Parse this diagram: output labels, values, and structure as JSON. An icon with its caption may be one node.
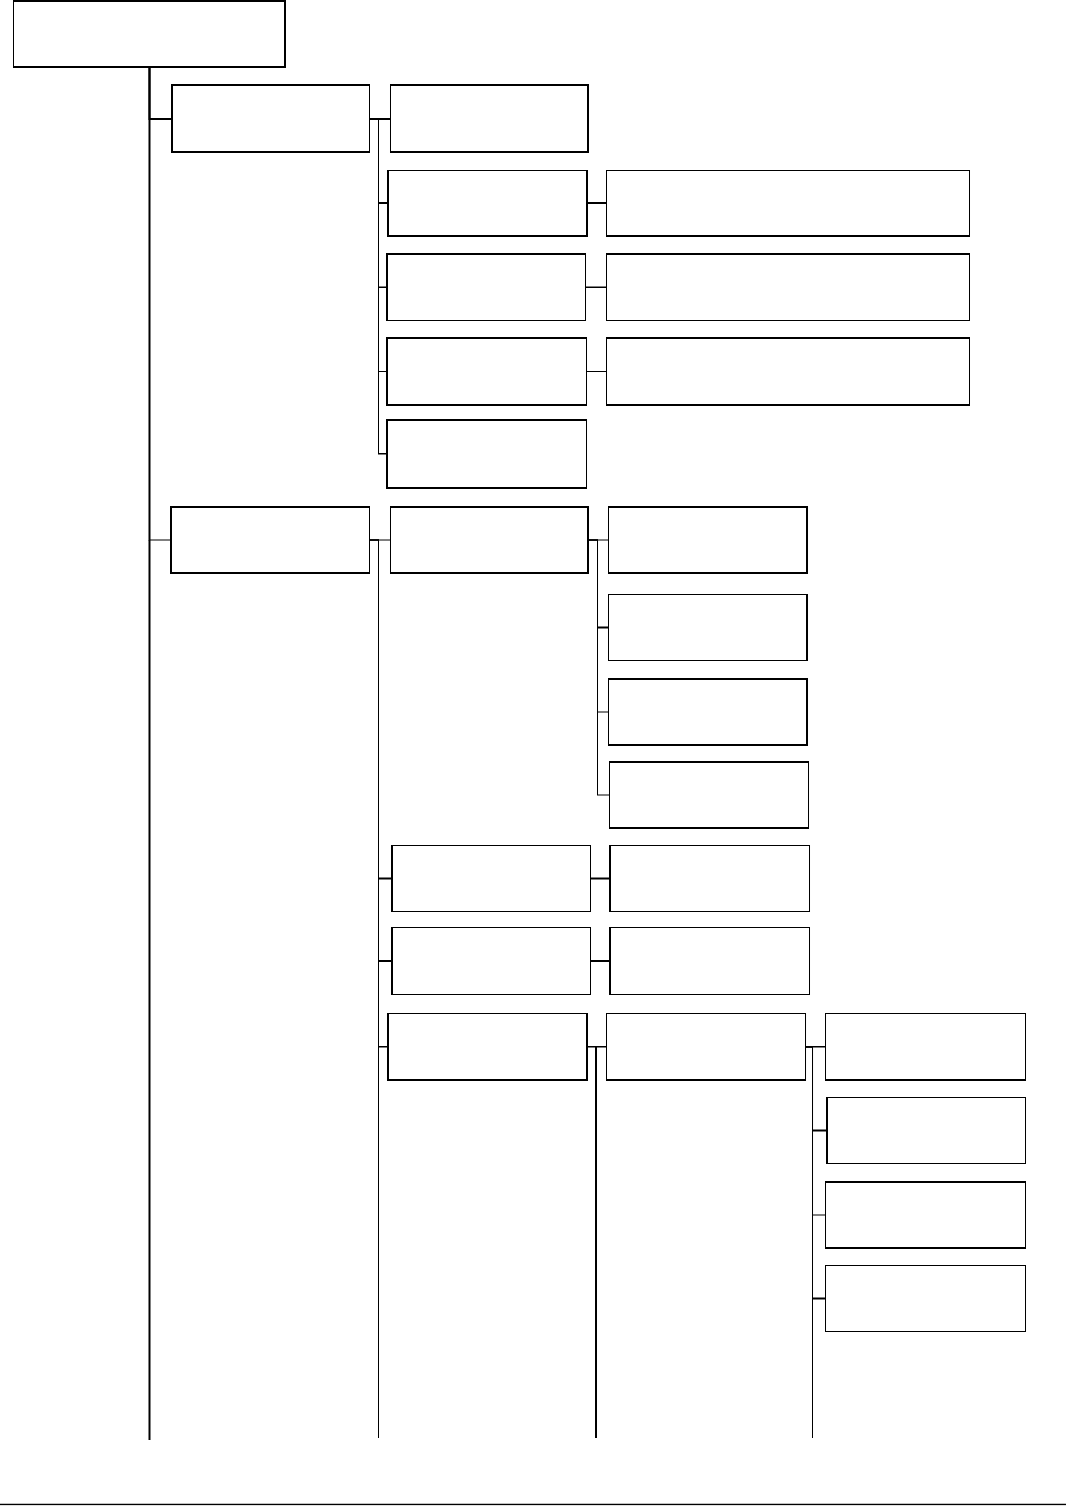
{
  "diagram": {
    "nodes": [
      {
        "text": [],
        "shape": "box"
      },
      {
        "text": [],
        "shape": "box"
      },
      {
        "text": [],
        "shape": "box"
      },
      {
        "text": [],
        "shape": "box"
      },
      {
        "text": [],
        "shape": "box"
      },
      {
        "text": [],
        "shape": "box"
      },
      {
        "text": [],
        "shape": "box"
      },
      {
        "text": [],
        "shape": "box"
      },
      {
        "text": [],
        "shape": "box"
      },
      {
        "text": [],
        "shape": "box"
      },
      {
        "text": [],
        "shape": "box"
      },
      {
        "text": [],
        "shape": "box"
      },
      {
        "text": [],
        "shape": "box"
      },
      {
        "text": [],
        "shape": "box"
      },
      {
        "text": [],
        "shape": "box"
      },
      {
        "text": [],
        "shape": "box"
      },
      {
        "text": [],
        "shape": "box"
      },
      {
        "text": [],
        "shape": "box"
      },
      {
        "text": [],
        "shape": "box"
      },
      {
        "text": [],
        "shape": "box"
      },
      {
        "text": [],
        "shape": "box"
      },
      {
        "text": [],
        "shape": "box"
      },
      {
        "text": [],
        "shape": "box"
      },
      {
        "text": [],
        "shape": "box"
      },
      {
        "text": [],
        "shape": "box"
      },
      {
        "text": [],
        "shape": "box"
      }
    ],
    "edges": [
      {
        "from": 0,
        "to": 1,
        "arrow": "none"
      },
      {
        "from": 0,
        "to": 10,
        "arrow": "none"
      },
      {
        "from": 1,
        "to": 2,
        "arrow": "none"
      },
      {
        "from": 1,
        "to": 3,
        "arrow": "none"
      },
      {
        "from": 1,
        "to": 5,
        "arrow": "none"
      },
      {
        "from": 1,
        "to": 7,
        "arrow": "none"
      },
      {
        "from": 1,
        "to": 9,
        "arrow": "none"
      },
      {
        "from": 3,
        "to": 4,
        "arrow": "none"
      },
      {
        "from": 5,
        "to": 6,
        "arrow": "none"
      },
      {
        "from": 7,
        "to": 8,
        "arrow": "none"
      },
      {
        "from": 10,
        "to": 11,
        "arrow": "none"
      },
      {
        "from": 10,
        "to": 16,
        "arrow": "none"
      },
      {
        "from": 10,
        "to": 18,
        "arrow": "none"
      },
      {
        "from": 10,
        "to": 20,
        "arrow": "none"
      },
      {
        "from": 11,
        "to": 12,
        "arrow": "none"
      },
      {
        "from": 11,
        "to": 13,
        "arrow": "none"
      },
      {
        "from": 11,
        "to": 14,
        "arrow": "none"
      },
      {
        "from": 11,
        "to": 15,
        "arrow": "none"
      },
      {
        "from": 16,
        "to": 17,
        "arrow": "none"
      },
      {
        "from": 18,
        "to": 19,
        "arrow": "none"
      },
      {
        "from": 20,
        "to": 21,
        "arrow": "none"
      },
      {
        "from": 21,
        "to": 22,
        "arrow": "none"
      },
      {
        "from": 21,
        "to": 23,
        "arrow": "none"
      },
      {
        "from": 21,
        "to": 24,
        "arrow": "none"
      },
      {
        "from": 21,
        "to": 25,
        "arrow": "none"
      }
    ]
  }
}
